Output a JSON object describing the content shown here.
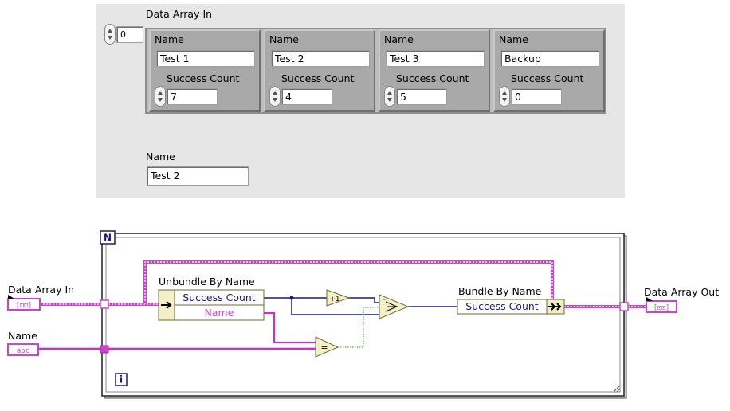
{
  "front_panel": {
    "array_label": "Data Array In",
    "array_index": "0",
    "elements": [
      {
        "name_label": "Name",
        "name_value": "Test 1",
        "count_label": "Success Count",
        "count_value": "7"
      },
      {
        "name_label": "Name",
        "name_value": "Test 2",
        "count_label": "Success Count",
        "count_value": "4"
      },
      {
        "name_label": "Name",
        "name_value": "Test 3",
        "count_label": "Success Count",
        "count_value": "5"
      },
      {
        "name_label": "Name",
        "name_value": "Backup",
        "count_label": "Success Count",
        "count_value": "0"
      }
    ],
    "name_control": {
      "label": "Name",
      "value": "Test 2"
    }
  },
  "diagram": {
    "loop_count_terminal": "N",
    "loop_iteration_terminal": "i",
    "data_array_in_label": "Data Array In",
    "data_array_in_terminal": "[⊡⊡]",
    "name_label": "Name",
    "name_terminal": "abc",
    "unbundle_label": "Unbundle By Name",
    "unbundle_fields": [
      "Success Count",
      "Name"
    ],
    "bundle_label": "Bundle By Name",
    "bundle_field": "Success Count",
    "increment_label": "+1",
    "equal_label": "=",
    "data_array_out_label": "Data Array Out",
    "data_array_out_terminal": "[⊡⊡]"
  },
  "colors": {
    "cluster_wire": "#cc44cc",
    "string_wire": "#e020e0",
    "numeric_wire": "#1a1a7a",
    "bool_wire": "#2f8f2f",
    "node_fill": "#f3efc6",
    "node_border": "#6f6a3a"
  }
}
